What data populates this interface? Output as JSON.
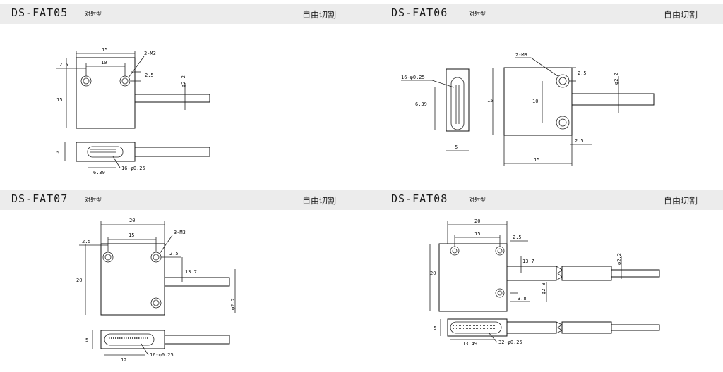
{
  "panels": [
    {
      "model": "DS-FAT05",
      "type": "对射型",
      "cut": "自由切割",
      "labels": {
        "width": "15",
        "hole_spacing": "10",
        "edge_left": "2.5",
        "holes": "2-M3",
        "edge_top": "2.5",
        "height": "15",
        "cable_dia": "φ2.2",
        "thickness": "5",
        "window_len": "6.39",
        "fibers": "16-φ0.25"
      }
    },
    {
      "model": "DS-FAT06",
      "type": "对射型",
      "cut": "自由切割",
      "labels": {
        "fibers": "16-φ0.25",
        "window_len": "6.39",
        "side_width": "5",
        "holes": "2-M3",
        "edge_top": "2.5",
        "height": "15",
        "hole_spacing": "10",
        "cable_dia": "φ2.2",
        "edge_right": "2.5",
        "width": "15"
      }
    },
    {
      "model": "DS-FAT07",
      "type": "对射型",
      "cut": "自由切割",
      "labels": {
        "width": "20",
        "hole_spacing": "15",
        "edge_left": "2.5",
        "holes": "3-M3",
        "edge_top": "2.5",
        "cable_offset": "13.7",
        "height": "20",
        "cable_dia": "φ2.2",
        "thickness": "5",
        "window_len": "12",
        "fibers": "16-φ0.25"
      }
    },
    {
      "model": "DS-FAT08",
      "type": "对射型",
      "cut": "自由切割",
      "labels": {
        "width": "20",
        "hole_spacing": "15",
        "edge_right": "2.5",
        "height": "20",
        "cable_offset": "13.7",
        "cable_dia_small": "φ2.2",
        "sleeve_dia": "φ2.8",
        "edge_bottom": "3.8",
        "thickness": "5",
        "window_len": "13.49",
        "fibers": "32-φ0.25"
      }
    }
  ]
}
